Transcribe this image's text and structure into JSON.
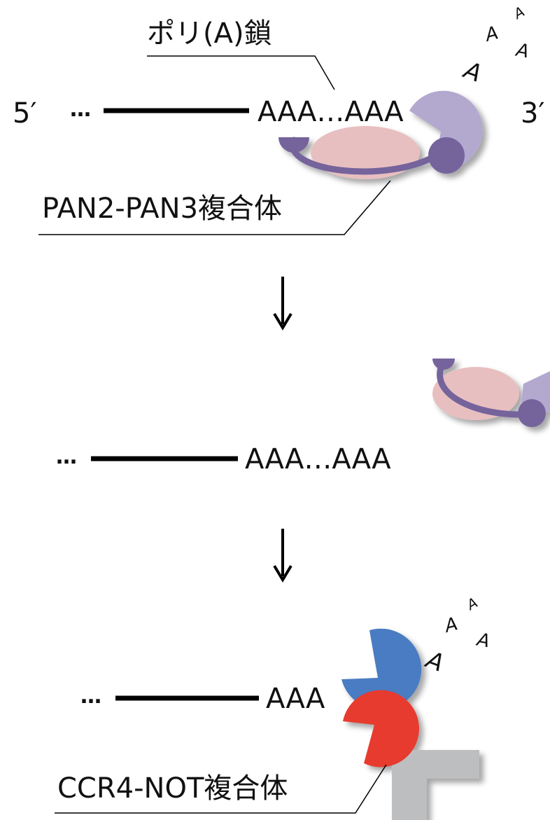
{
  "stage1": {
    "polya_label": "ポリ(A)鎖",
    "five_prime": "5′",
    "ellipsis": "…",
    "sequence": "AAA…AAA",
    "three_prime": "3′",
    "released_a": [
      "A",
      "A",
      "A",
      "A"
    ],
    "complex_label": "PAN2-PAN3複合体"
  },
  "stage2": {
    "ellipsis": "…",
    "sequence": "AAA…AAA"
  },
  "stage3": {
    "ellipsis": "…",
    "sequence": "AAA",
    "released_a": [
      "A",
      "A",
      "A",
      "A"
    ],
    "complex_label": "CCR4-NOT複合体"
  },
  "arrows": [
    "↓",
    "↓"
  ],
  "colors": {
    "pan2_light": "#b3a9cf",
    "pan3_dark": "#75639c",
    "pan3_body": "#e8bfc0",
    "ccr4": "#4a7bc2",
    "caf1": "#e63a2e",
    "not_scaffold": "#bdbec0",
    "line": "#000000"
  }
}
